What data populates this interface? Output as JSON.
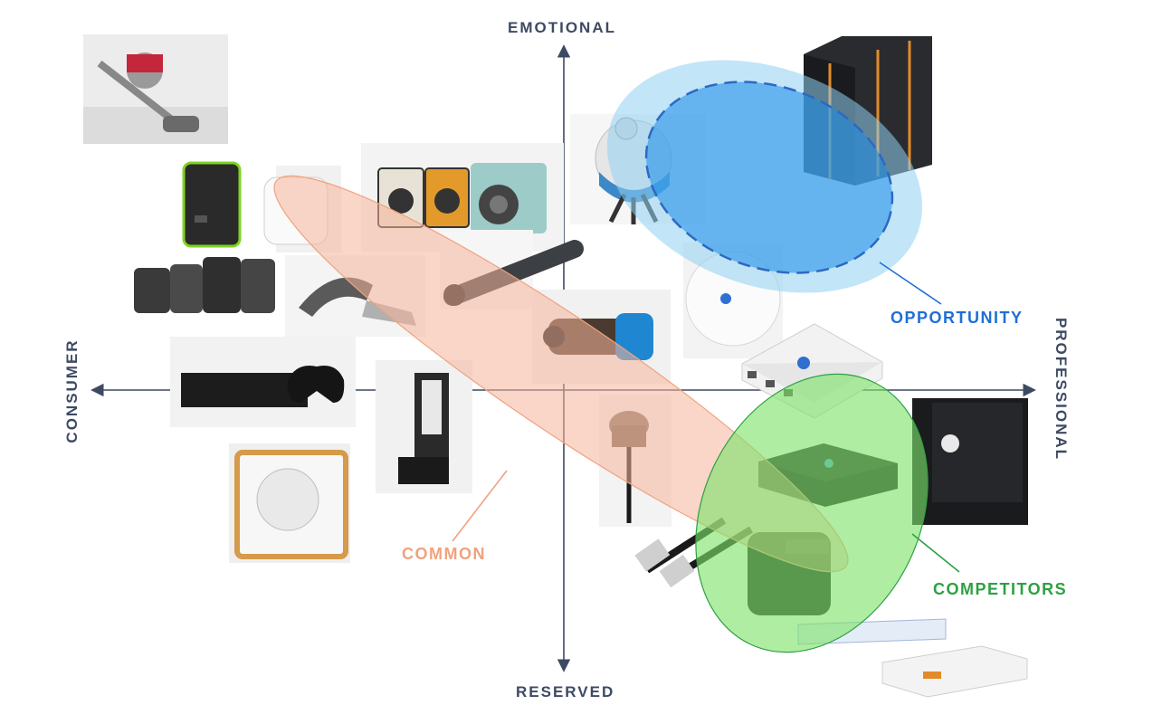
{
  "axes": {
    "top": "EMOTIONAL",
    "bottom": "RESERVED",
    "left": "CONSUMER",
    "right": "PROFESSIONAL",
    "color": "#3d4a63"
  },
  "zones": {
    "opportunity": {
      "label": "OPPORTUNITY",
      "color": "#1e6fd6",
      "fill": "#8fd0f3"
    },
    "common": {
      "label": "COMMON",
      "color": "#f0a27e",
      "fill": "#f6b59b"
    },
    "competitors": {
      "label": "COMPETITORS",
      "color": "#2ea043",
      "fill": "#8fe87c"
    }
  },
  "products": [
    {
      "name": "cordless-vacuum"
    },
    {
      "name": "usb-wall-charger"
    },
    {
      "name": "smart-plug"
    },
    {
      "name": "instant-cameras"
    },
    {
      "name": "mesh-wifi-routers"
    },
    {
      "name": "vr-headset"
    },
    {
      "name": "flashlight"
    },
    {
      "name": "sphere-robot"
    },
    {
      "name": "server-rack"
    },
    {
      "name": "ceiling-access-point"
    },
    {
      "name": "action-camera"
    },
    {
      "name": "network-switch"
    },
    {
      "name": "game-console"
    },
    {
      "name": "outdoor-security-camera"
    },
    {
      "name": "gnss-receiver"
    },
    {
      "name": "docking-station"
    },
    {
      "name": "industrial-pc"
    },
    {
      "name": "radio-speaker"
    },
    {
      "name": "hdmi-cable"
    },
    {
      "name": "travel-adapter"
    },
    {
      "name": "rack-unit-blue"
    },
    {
      "name": "rack-unit-white"
    }
  ]
}
